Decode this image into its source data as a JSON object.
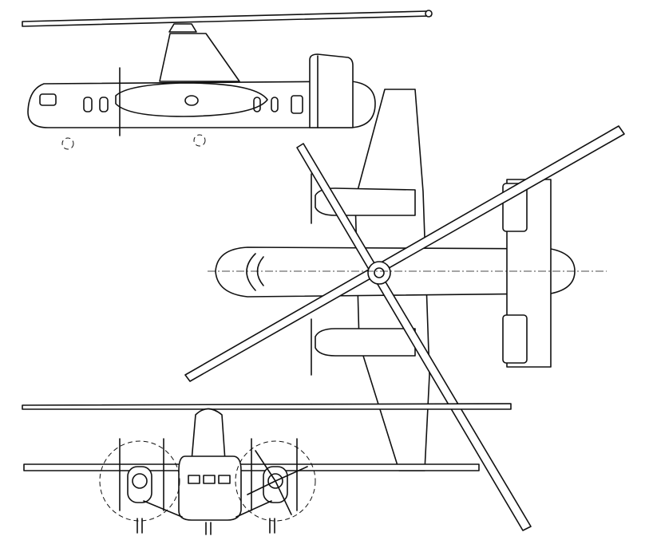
{
  "colors": {
    "line": "#111111",
    "background": "#ffffff"
  },
  "views": [
    "side-view",
    "top-view",
    "front-view"
  ]
}
